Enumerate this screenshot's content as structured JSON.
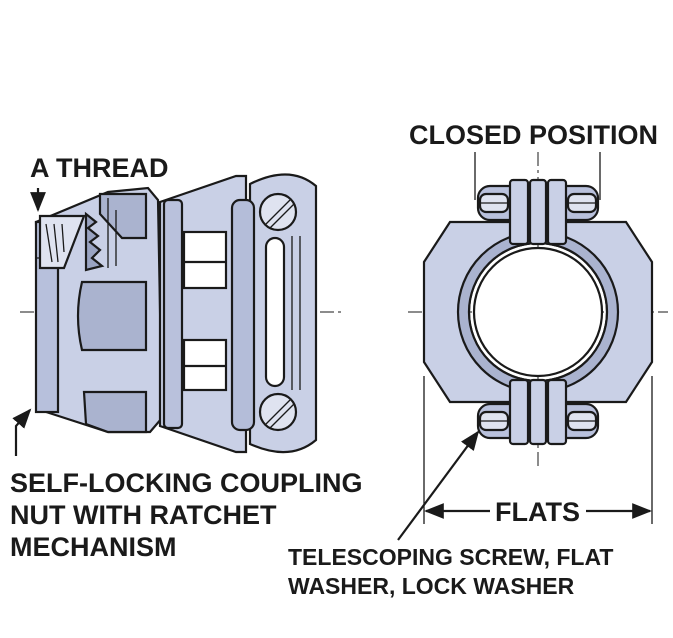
{
  "labels": {
    "a_thread": "A THREAD",
    "closed_position": "CLOSED POSITION",
    "flats": "FLATS",
    "coupling_line1": "SELF-LOCKING COUPLING",
    "coupling_line2": "NUT WITH RATCHET",
    "coupling_line3": "MECHANISM",
    "screw_line1": "TELESCOPING SCREW, FLAT",
    "screw_line2": "WASHER, LOCK WASHER"
  },
  "colors": {
    "body_fill": "#c9d0e6",
    "body_shade": "#aab3cf",
    "body_dark": "#8f99b8",
    "outline": "#1a1a1a",
    "background": "#ffffff"
  }
}
